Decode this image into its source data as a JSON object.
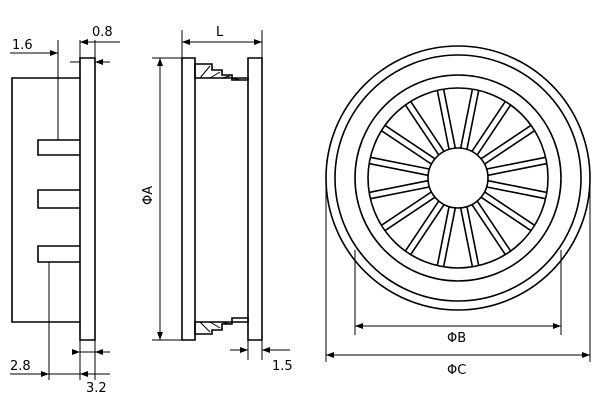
{
  "dimensions": {
    "side_view": {
      "top_left": "1.6",
      "top_right": "0.8",
      "bottom_left": "2.8",
      "bottom_right": "3.2"
    },
    "section_view": {
      "length": "L",
      "diameter_a": "ΦA",
      "bottom_right": "1.5"
    },
    "front_view": {
      "diameter_b": "ΦB",
      "diameter_c": "ΦC"
    }
  },
  "front_view_spokes": 16
}
